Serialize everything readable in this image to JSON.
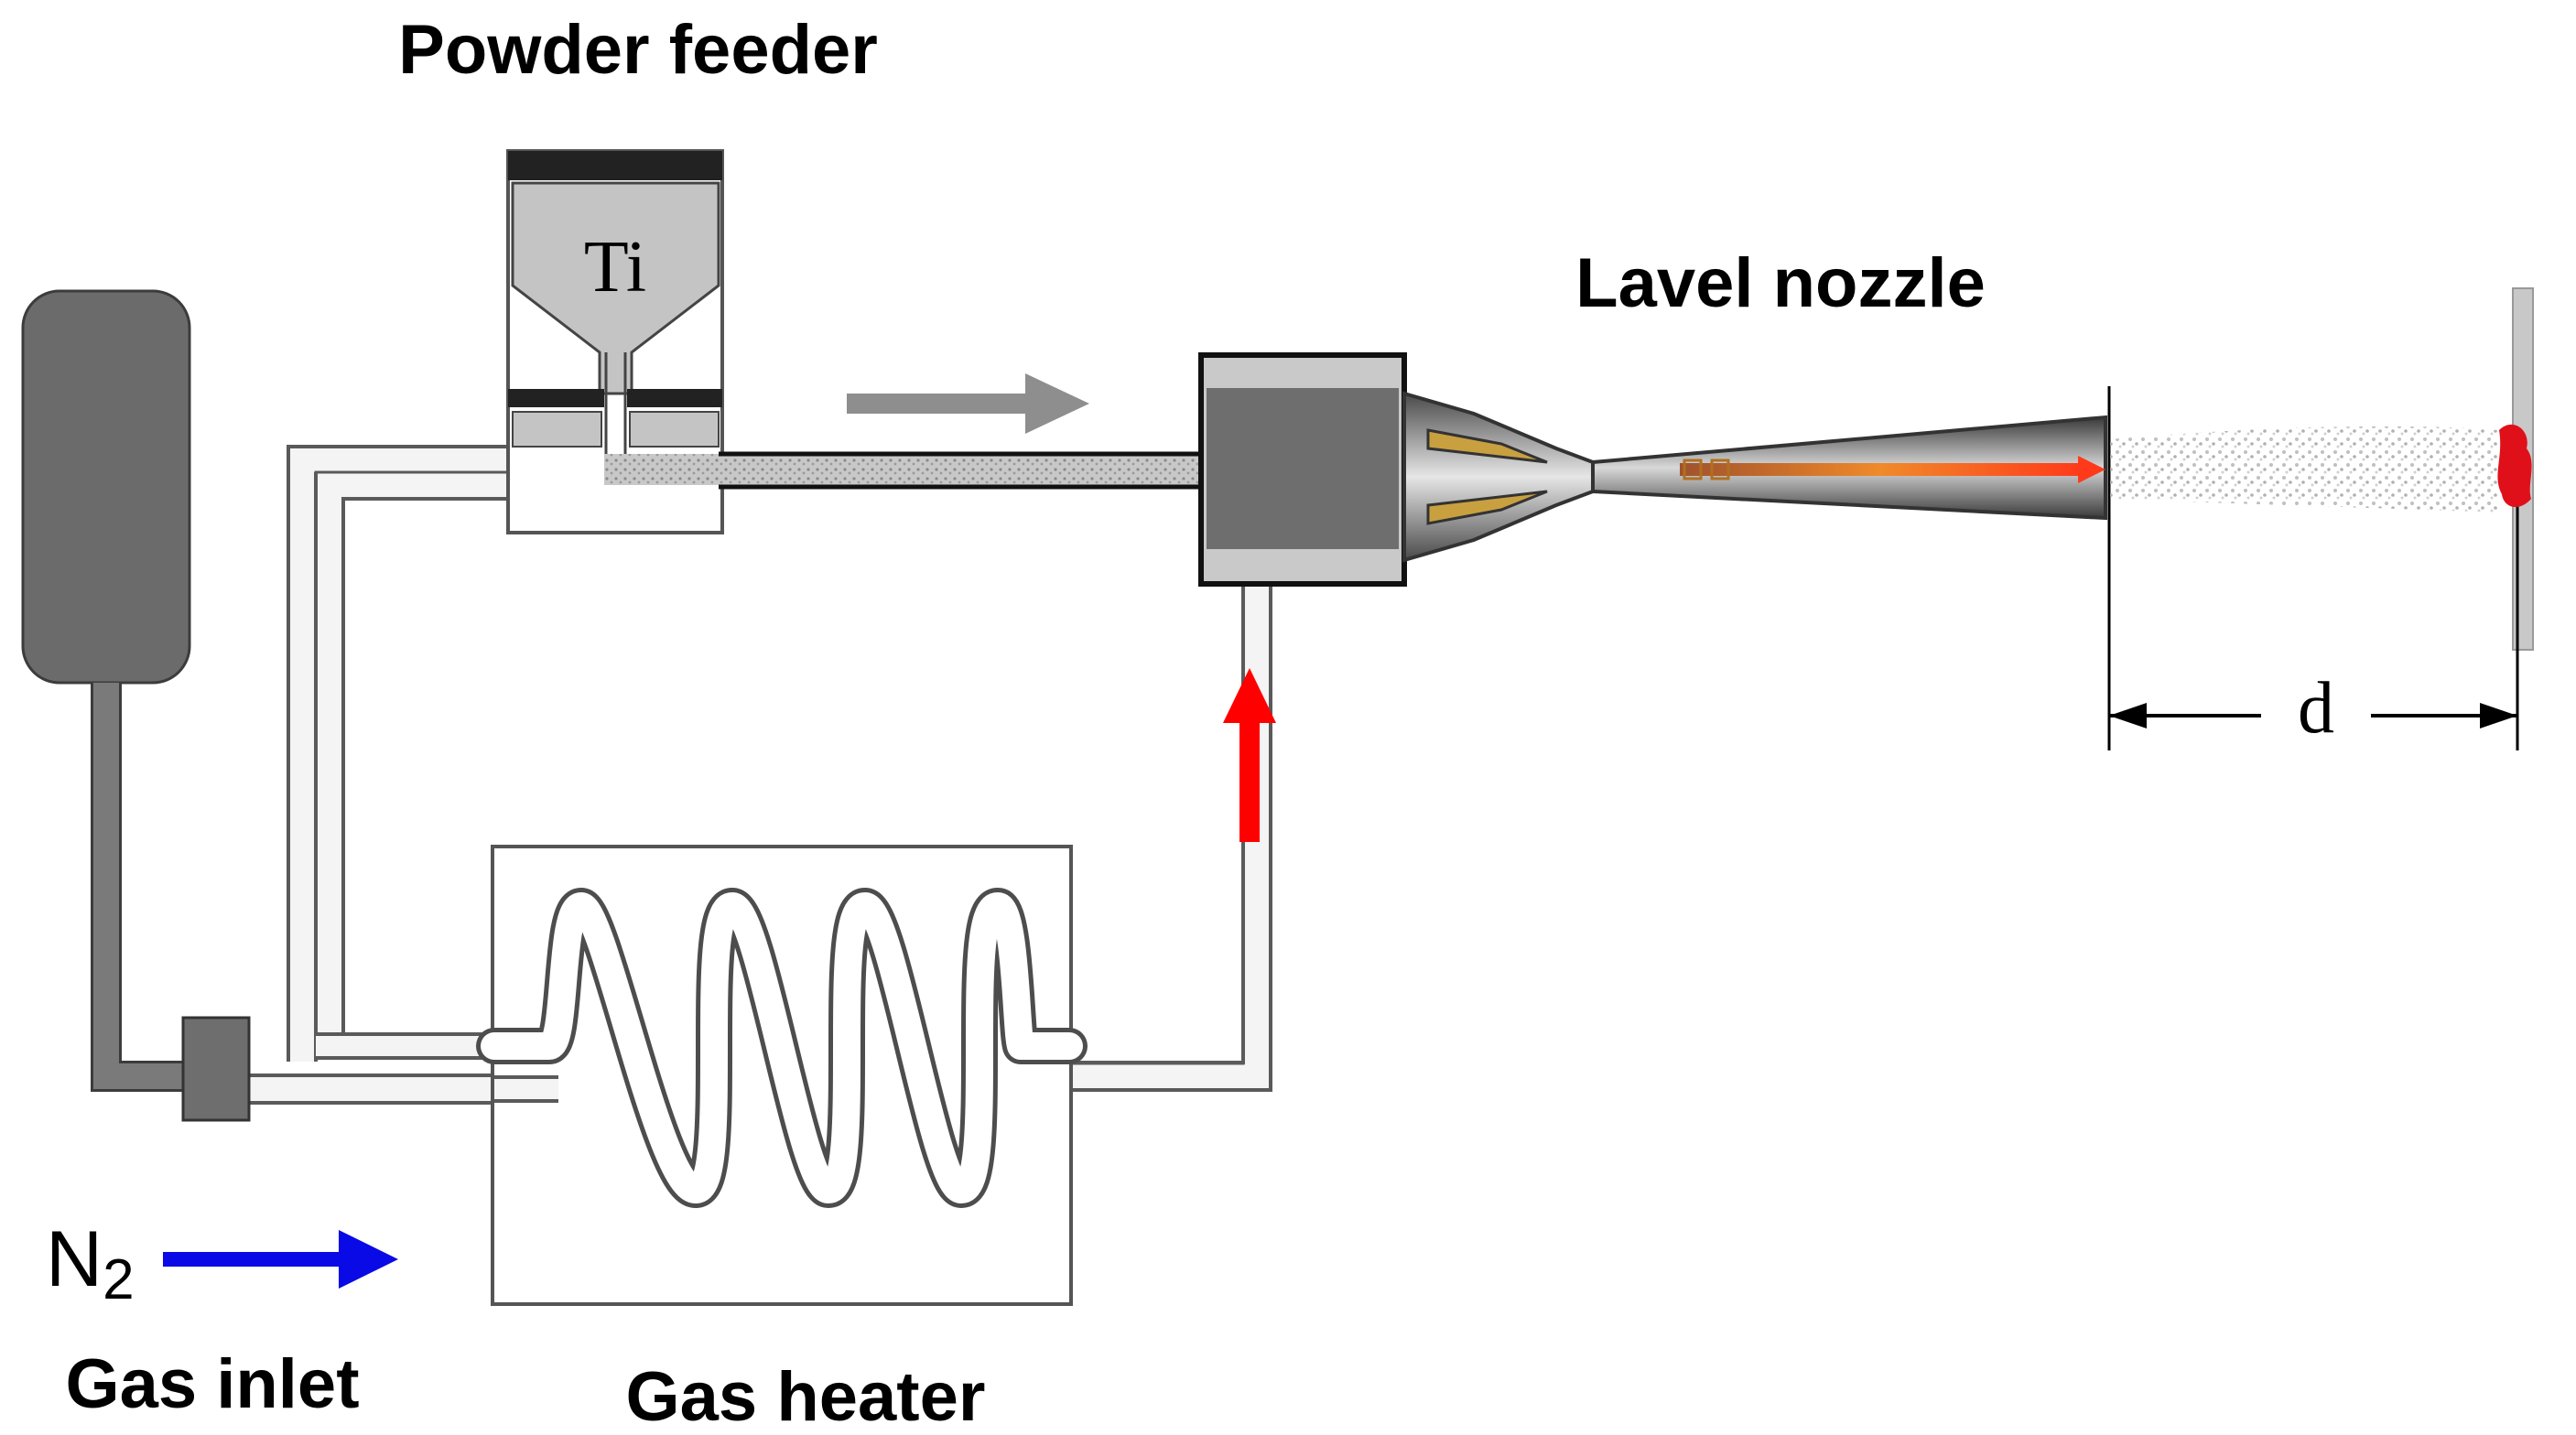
{
  "labels": {
    "powder_feeder": "Powder feeder",
    "ti": "Ti",
    "nozzle": "Lavel nozzle",
    "distance": "d",
    "n2_base": "N",
    "n2_sub": "2",
    "gas_inlet": "Gas inlet",
    "gas_heater": "Gas heater"
  },
  "colors": {
    "tank": "#6b6b6b",
    "feeder_fill": "#c4c4c4",
    "feeder_band": "#222222",
    "chamber": "#6e6e6e",
    "pipe_stroke": "#555555",
    "powder_arrow": "#8e8e8e",
    "hot_gas_arrow": "#ff0000",
    "n2_arrow": "#0a0ae6",
    "deposit": "#e0101a",
    "jet": "#f07a1a"
  }
}
